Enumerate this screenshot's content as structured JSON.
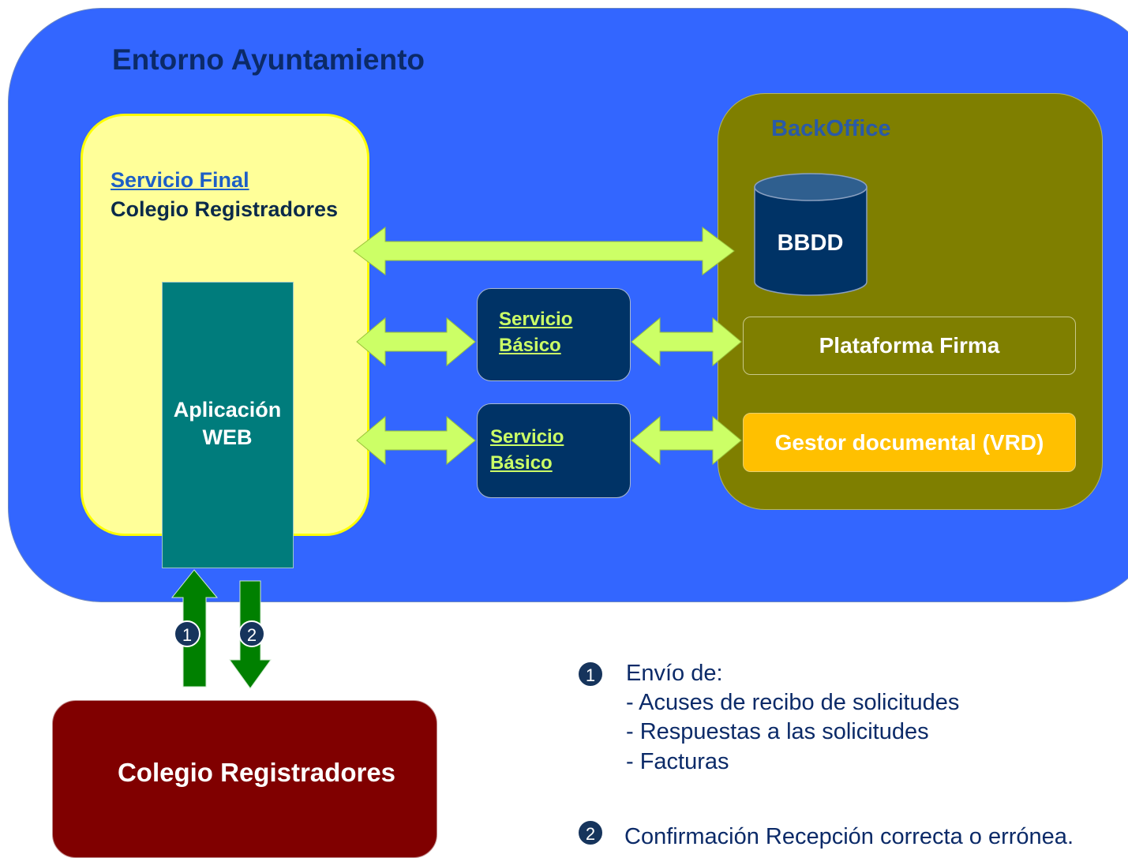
{
  "environment": {
    "title": "Entorno Ayuntamiento"
  },
  "servicio_final": {
    "link": "Servicio Final",
    "subtitle": "Colegio Registradores"
  },
  "web_app": {
    "line1": "Aplicación",
    "line2": "WEB"
  },
  "backoffice": {
    "title": "BackOffice",
    "database": "BBDD",
    "firma": "Plataforma Firma",
    "gestor": "Gestor documental (VRD)"
  },
  "servicios_basicos": [
    {
      "line1": "Servicio",
      "line2": "Básico"
    },
    {
      "line1": "Servicio",
      "line2": "Básico"
    }
  ],
  "colegio": {
    "label": "Colegio Registradores"
  },
  "flow_badges": [
    "1",
    "2"
  ],
  "legend": {
    "item1": {
      "number": "1",
      "title": "Envío de:",
      "lines": [
        "- Acuses de recibo de solicitudes",
        "- Respuestas a las solicitudes",
        "- Facturas"
      ]
    },
    "item2": {
      "number": "2",
      "text": "Confirmación Recepción correcta o errónea."
    }
  },
  "colors": {
    "environment": "#3366ff",
    "servicio_final": "#ffff99",
    "web_app": "#007c7c",
    "backoffice": "#7f7f00",
    "database": "#003366",
    "gestor": "#ffc000",
    "servicio_basico": "#003366",
    "connector_arrow": "#ccff66",
    "flow_arrow": "#008000",
    "colegio": "#800000"
  }
}
